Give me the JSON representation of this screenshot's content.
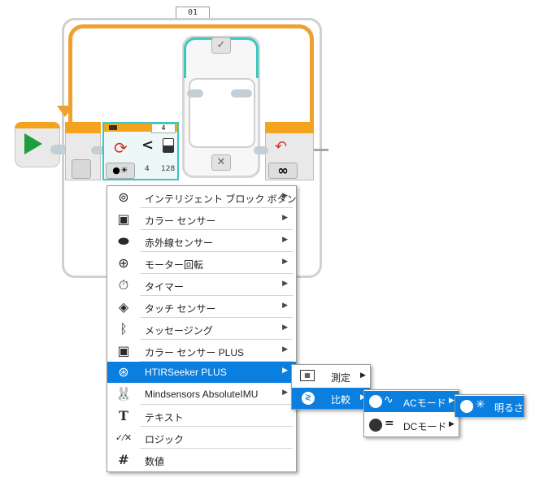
{
  "canvas": {
    "loop_label": "01",
    "sensor_value": "4",
    "sensor_port": "4",
    "sensor_threshold": "128",
    "compare_symbol": "<",
    "true_case": "✓",
    "false_case": "✕",
    "infinity": "∞"
  },
  "main_menu": {
    "items": [
      {
        "label": "インテリジェント ブロック ボタン",
        "icon": "brick-buttons-icon",
        "glyph": "⊚",
        "has_submenu": true
      },
      {
        "label": "カラー センサー",
        "icon": "color-sensor-icon",
        "glyph": "▣",
        "has_submenu": true
      },
      {
        "label": "赤外線センサー",
        "icon": "infrared-sensor-icon",
        "glyph": "⬬",
        "has_submenu": true
      },
      {
        "label": "モーター回転",
        "icon": "motor-rotation-icon",
        "glyph": "⊕",
        "has_submenu": true
      },
      {
        "label": "タイマー",
        "icon": "timer-icon",
        "glyph": "⏱",
        "has_submenu": true
      },
      {
        "label": "タッチ センサー",
        "icon": "touch-sensor-icon",
        "glyph": "◈",
        "has_submenu": true
      },
      {
        "label": "メッセージング",
        "icon": "bluetooth-icon",
        "glyph": "ᛒ",
        "has_submenu": true
      },
      {
        "label": "カラー センサー PLUS",
        "icon": "color-sensor-plus-icon",
        "glyph": "▣",
        "has_submenu": true
      },
      {
        "label": "HTIRSeeker PLUS",
        "icon": "ir-seeker-icon",
        "glyph": "⊛",
        "has_submenu": true,
        "selected": true
      },
      {
        "label": "Mindsensors AbsoluteIMU",
        "icon": "absolute-imu-icon",
        "glyph": "🐰",
        "has_submenu": true
      },
      {
        "label": "テキスト",
        "icon": "text-icon",
        "glyph": "T",
        "has_submenu": false
      },
      {
        "label": "ロジック",
        "icon": "logic-icon",
        "glyph": "✓⁄✕",
        "has_submenu": false
      },
      {
        "label": "数値",
        "icon": "numeric-icon",
        "glyph": "#",
        "has_submenu": false
      }
    ],
    "arrow": "▶"
  },
  "sub_menu": {
    "measure": "測定",
    "compare": "比較"
  },
  "sub2_menu": {
    "ac_mode": "ACモード",
    "dc_mode": "DCモード"
  },
  "sub3_menu": {
    "brightness": "明るさ"
  },
  "colors": {
    "selection": "#0b7fe0",
    "loop_orange": "#f0a030",
    "switch_teal": "#37c8c0",
    "start_green": "#1c9e3e"
  }
}
